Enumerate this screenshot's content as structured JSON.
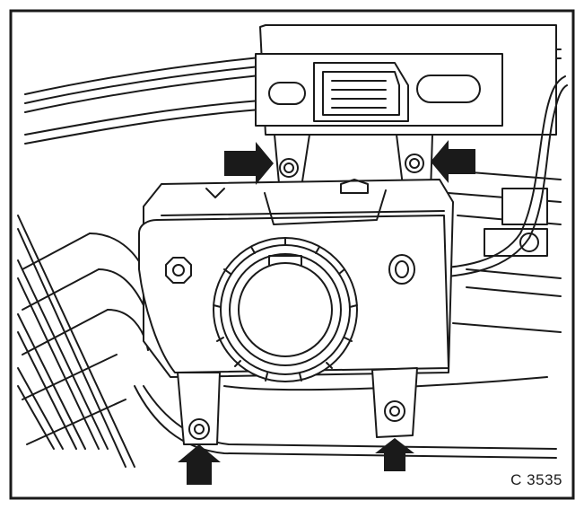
{
  "figure": {
    "reference_code": "C 3535",
    "callouts": [
      {
        "id": "arrow-upper-left",
        "points_to": "upper-left-mounting-bolt",
        "direction": "right"
      },
      {
        "id": "arrow-upper-right",
        "points_to": "upper-right-mounting-bolt",
        "direction": "left"
      },
      {
        "id": "arrow-lower-left",
        "points_to": "lower-left-mounting-bolt",
        "direction": "up"
      },
      {
        "id": "arrow-lower-right",
        "points_to": "lower-right-mounting-bolt",
        "direction": "up"
      }
    ],
    "colors": {
      "line": "#1a1a1a",
      "fill_light": "#ffffff",
      "fill_shade": "#d9d9d9"
    }
  }
}
